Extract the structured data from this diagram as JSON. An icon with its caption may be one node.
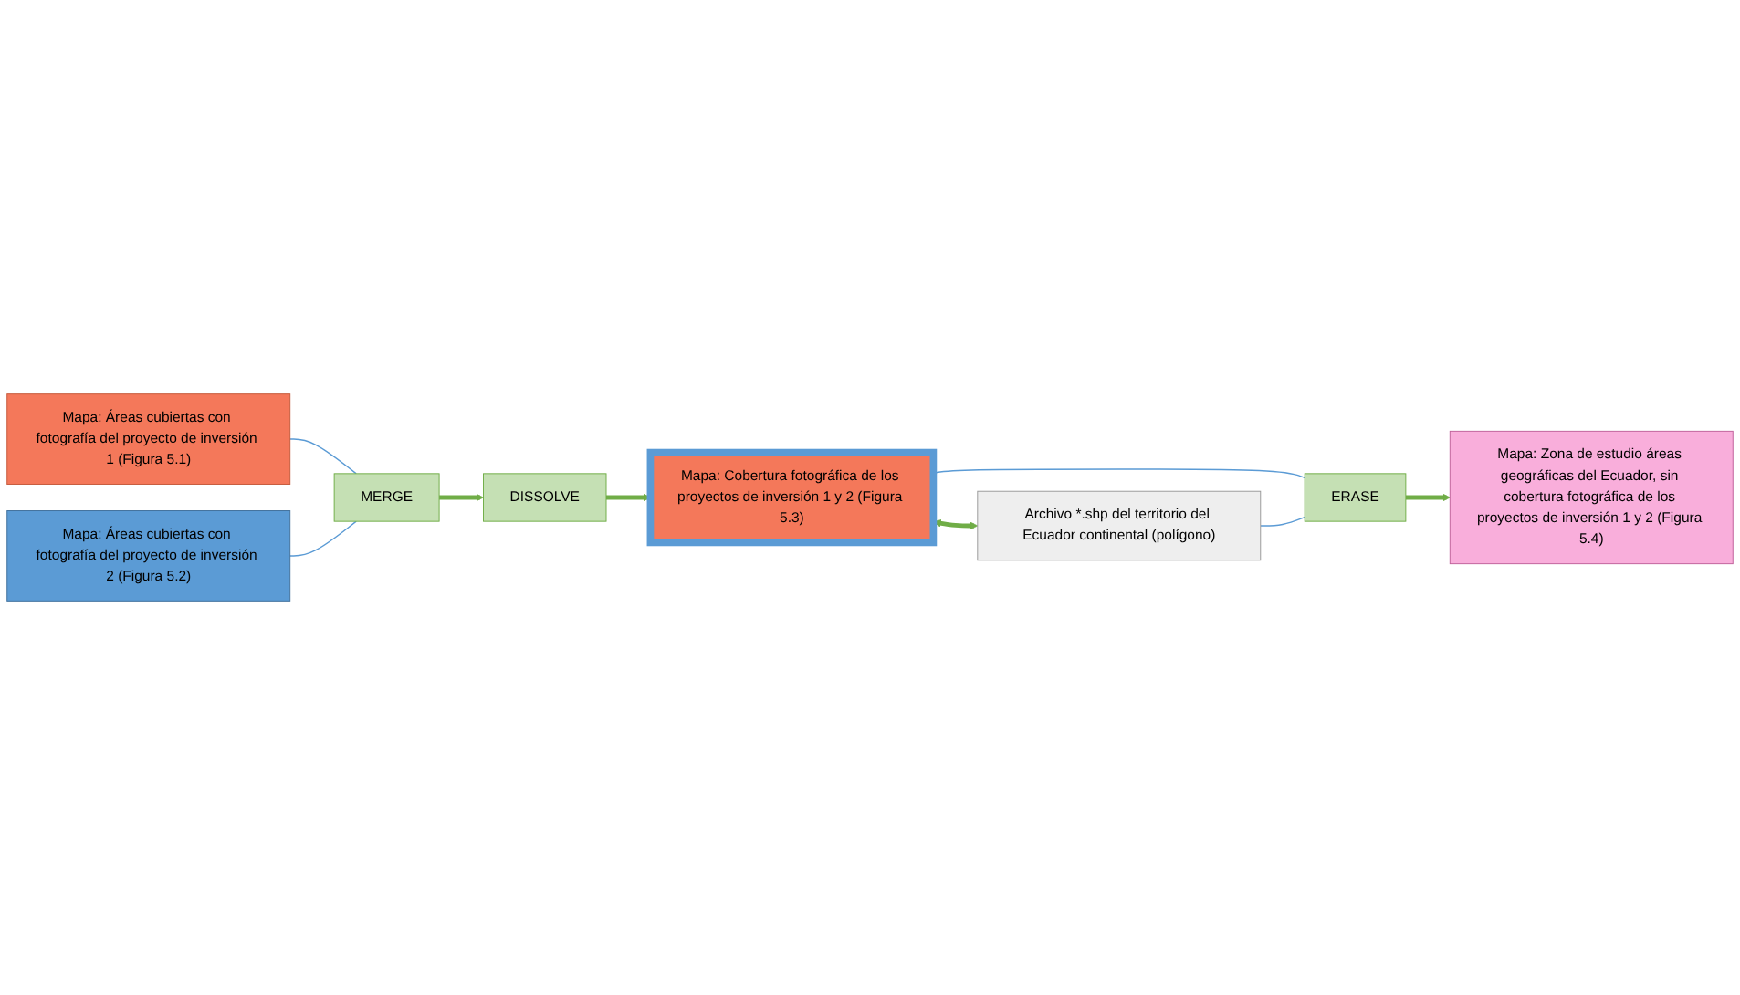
{
  "diagram": {
    "nodes": [
      {
        "text": [
          "Mapa: Áreas cubiertas con fotografía del proyecto de inversión 1 (Figura 5.1)"
        ]
      },
      {
        "text": [
          "Mapa: Áreas cubiertas con fotografía del proyecto de inversión 2 (Figura 5.2)"
        ]
      },
      {
        "text": [
          "MERGE"
        ]
      },
      {
        "text": [
          "DISSOLVE"
        ]
      },
      {
        "text": [
          "Mapa: Cobertura fotográfica de los proyectos de inversión 1 y 2 (Figura 5.3)"
        ]
      },
      {
        "text": [
          "Archivo *.shp del territorio del Ecuador continental (polígono)"
        ]
      },
      {
        "text": [
          "ERASE"
        ]
      },
      {
        "text": [
          "Mapa: Zona de estudio áreas geográficas del Ecuador, sin cobertura fotográfica de los proyectos de inversión 1 y 2 (Figura 5.4)"
        ]
      }
    ],
    "edges": [
      {
        "from": 0,
        "to": 2,
        "arrow": "none",
        "color": "#5b9bd5"
      },
      {
        "from": 1,
        "to": 2,
        "arrow": "none",
        "color": "#5b9bd5"
      },
      {
        "from": 2,
        "to": 3,
        "arrow": "to",
        "style": "thick",
        "color": "#70ad47"
      },
      {
        "from": 3,
        "to": 4,
        "arrow": "to",
        "style": "thick",
        "color": "#70ad47"
      },
      {
        "from": 4,
        "to": 5,
        "arrow": "both",
        "style": "thick",
        "color": "#70ad47"
      },
      {
        "from": 4,
        "to": 6,
        "arrow": "none",
        "color": "#5b9bd5"
      },
      {
        "from": 5,
        "to": 6,
        "arrow": "none",
        "color": "#5b9bd5"
      },
      {
        "from": 6,
        "to": 7,
        "arrow": "to",
        "style": "thick",
        "color": "#70ad47"
      }
    ]
  }
}
